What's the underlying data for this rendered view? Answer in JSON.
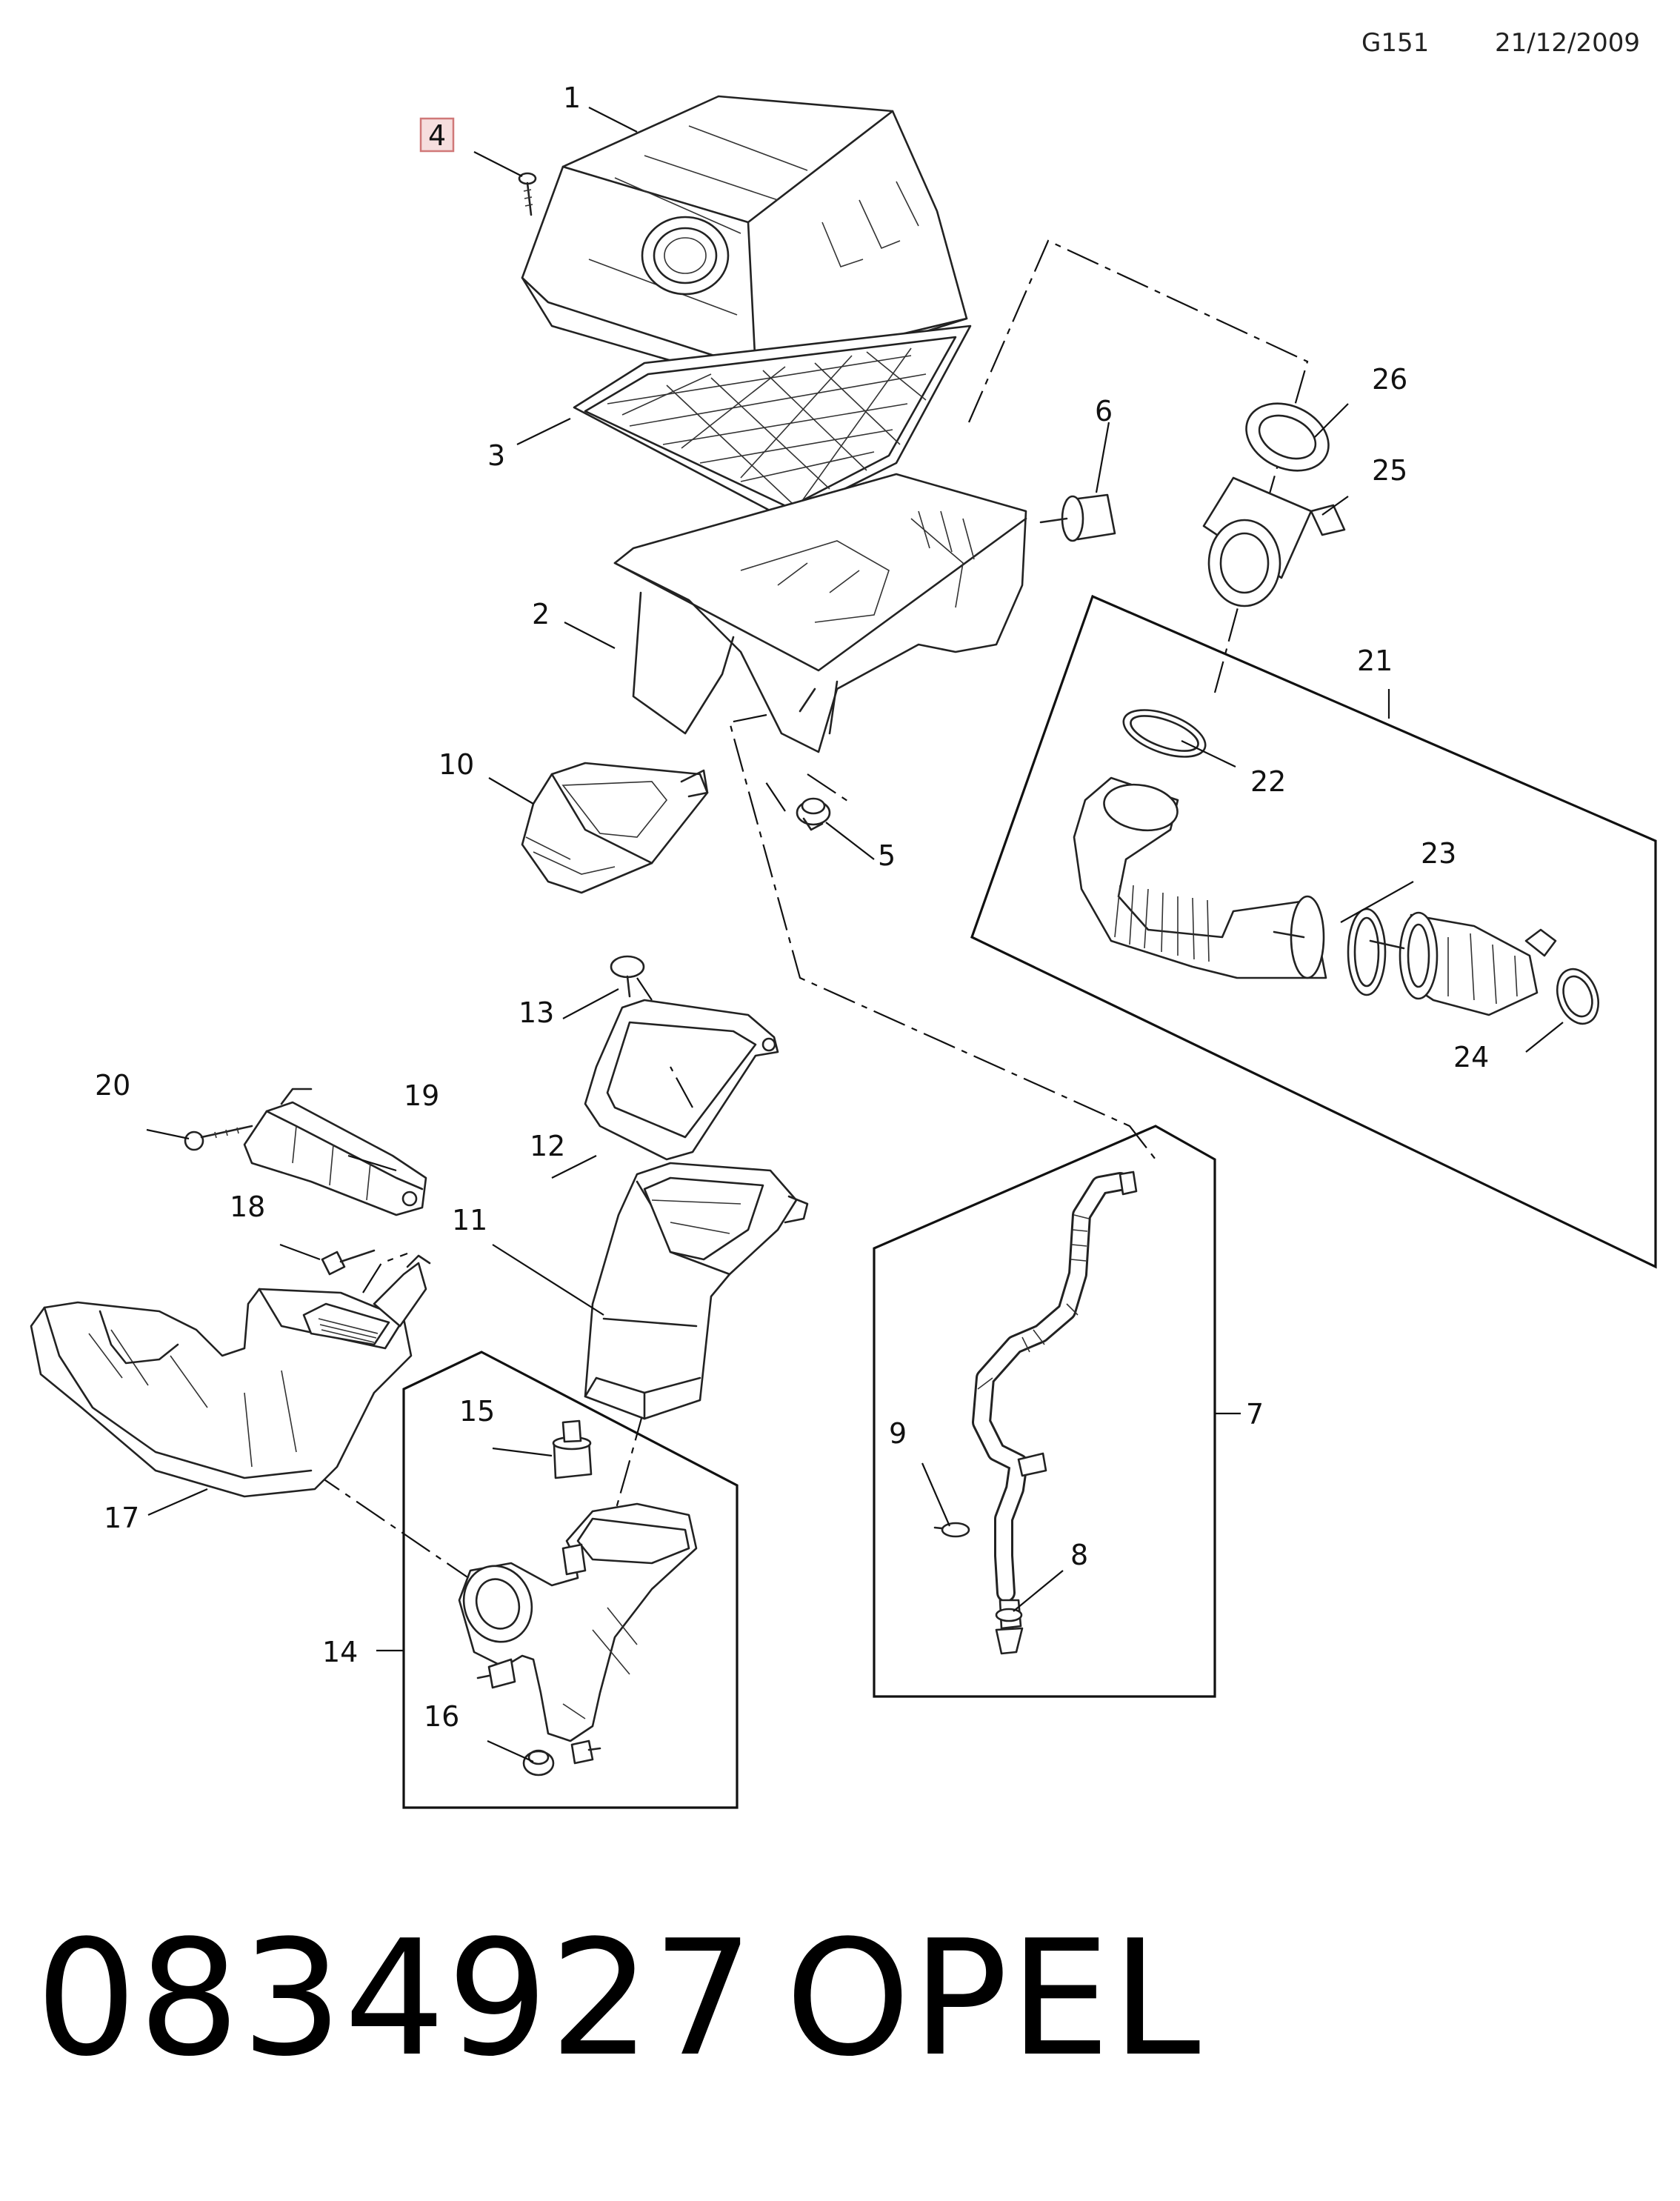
{
  "header": {
    "code": "G151",
    "date": "21/12/2009"
  },
  "callouts": [
    {
      "id": "1",
      "text": "1"
    },
    {
      "id": "2",
      "text": "2"
    },
    {
      "id": "3",
      "text": "3"
    },
    {
      "id": "4",
      "text": "4",
      "highlighted": true
    },
    {
      "id": "5",
      "text": "5"
    },
    {
      "id": "6",
      "text": "6"
    },
    {
      "id": "7",
      "text": "7"
    },
    {
      "id": "8",
      "text": "8"
    },
    {
      "id": "9",
      "text": "9"
    },
    {
      "id": "10",
      "text": "10"
    },
    {
      "id": "11",
      "text": "11"
    },
    {
      "id": "12",
      "text": "12"
    },
    {
      "id": "13",
      "text": "13"
    },
    {
      "id": "14",
      "text": "14"
    },
    {
      "id": "15",
      "text": "15"
    },
    {
      "id": "16",
      "text": "16"
    },
    {
      "id": "17",
      "text": "17"
    },
    {
      "id": "18",
      "text": "18"
    },
    {
      "id": "19",
      "text": "19"
    },
    {
      "id": "20",
      "text": "20"
    },
    {
      "id": "21",
      "text": "21"
    },
    {
      "id": "22",
      "text": "22"
    },
    {
      "id": "23",
      "text": "23"
    },
    {
      "id": "24",
      "text": "24"
    },
    {
      "id": "25",
      "text": "25"
    },
    {
      "id": "26",
      "text": "26"
    }
  ],
  "highlight_color": "#f6dede",
  "footer": {
    "part_number": "0834927",
    "brand": "OPEL"
  }
}
